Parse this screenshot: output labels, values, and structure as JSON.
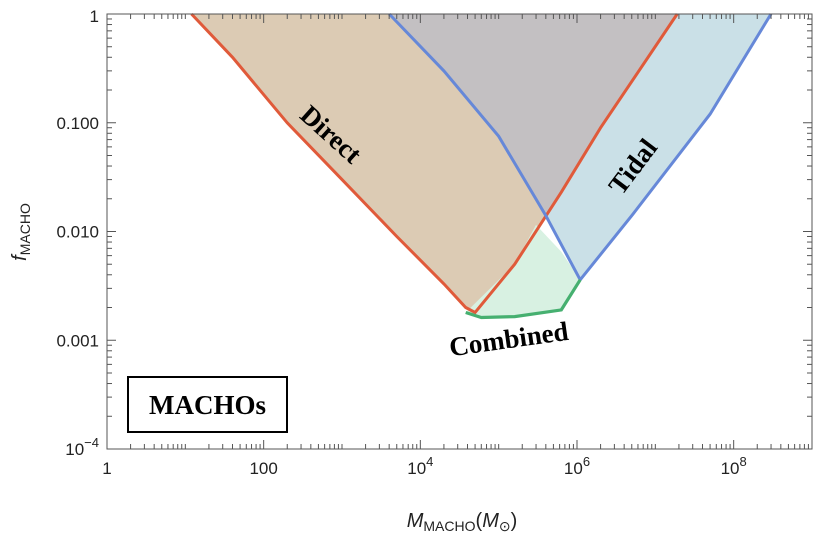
{
  "chart_data": {
    "type": "area",
    "x_scale": "log",
    "y_scale": "log",
    "xlim": [
      1,
      1000000000
    ],
    "ylim": [
      0.0001,
      1
    ],
    "x_ticks": [
      {
        "value": 1,
        "base": "1",
        "exp": ""
      },
      {
        "value": 100,
        "base": "100",
        "exp": ""
      },
      {
        "value": 10000,
        "base": "10",
        "exp": "4"
      },
      {
        "value": 1000000,
        "base": "10",
        "exp": "6"
      },
      {
        "value": 100000000,
        "base": "10",
        "exp": "8"
      }
    ],
    "y_ticks": [
      {
        "value": 0.0001,
        "base": "10",
        "exp": "−4"
      },
      {
        "value": 0.001,
        "base": "0.001",
        "exp": ""
      },
      {
        "value": 0.01,
        "base": "0.010",
        "exp": ""
      },
      {
        "value": 0.1,
        "base": "0.100",
        "exp": ""
      },
      {
        "value": 1,
        "base": "1",
        "exp": ""
      }
    ],
    "xlabel": {
      "main": "M",
      "sub": "MACHO",
      "unit_open": "(",
      "unit": "M",
      "unit_sub": "⊙",
      "unit_close": ")"
    },
    "ylabel": {
      "main": "f",
      "sub": "MACHO"
    },
    "grid": false,
    "series": [
      {
        "name": "Direct",
        "color": "#e05a3a",
        "fill": "#dccbb4",
        "x": [
          12,
          40,
          200,
          1000,
          5000,
          20000,
          38000,
          50000,
          160000,
          630000,
          2000000,
          19000000
        ],
        "y": [
          1,
          0.4,
          0.1,
          0.03,
          0.009,
          0.0033,
          0.002,
          0.0018,
          0.005,
          0.023,
          0.09,
          1
        ]
      },
      {
        "name": "Tidal",
        "color": "#6688d8",
        "fill": "#c4dde4",
        "x": [
          4000,
          20000,
          100000,
          400000,
          800000,
          1100000,
          5000000,
          50000000,
          300000000
        ],
        "y": [
          1,
          0.3,
          0.075,
          0.014,
          0.0055,
          0.0036,
          0.014,
          0.12,
          1
        ]
      },
      {
        "name": "Combined",
        "color": "#46b070",
        "fill": "#d8f1e2",
        "x": [
          38000,
          60000,
          160000,
          630000,
          1100000
        ],
        "y": [
          0.0018,
          0.00162,
          0.00165,
          0.0019,
          0.0036
        ]
      }
    ],
    "annotations": [
      {
        "text": "Direct",
        "color": "#e05a3a"
      },
      {
        "text": "Tidal",
        "color": "#6688d8"
      },
      {
        "text": "Combined",
        "color": "#46b070"
      },
      {
        "text": "MACHOs",
        "color": "#000000"
      }
    ]
  }
}
